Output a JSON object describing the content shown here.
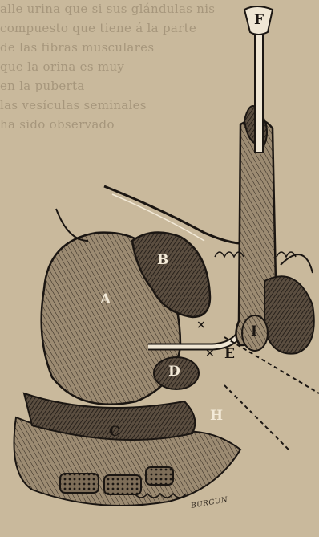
{
  "figure": {
    "labels": {
      "A": "A",
      "B": "B",
      "C": "C",
      "D": "D",
      "E": "E",
      "F": "F",
      "H": "H",
      "I": "I"
    },
    "crosses": [
      "×",
      "×"
    ],
    "signature": "BURGUN"
  },
  "background_text": [
    "alle urina que si sus glándulas nis",
    "compuesto que tiene á la parte",
    "de las fibras musculares",
    "que la orina es muy",
    "en la puberta",
    "las vesículas seminales",
    "ha sido observado"
  ],
  "colors": {
    "paper": "#c9b99c",
    "ink": "#1b1612",
    "shade": "#4a3f33"
  }
}
